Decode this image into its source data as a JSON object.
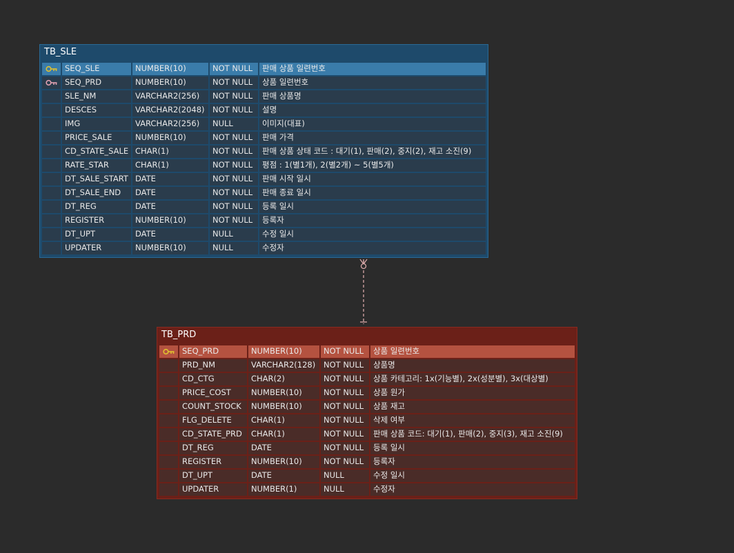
{
  "tables": [
    {
      "id": "sle",
      "name": "TB_SLE",
      "columns": [
        {
          "key": "primary",
          "name": "SEQ_SLE",
          "type": "NUMBER(10)",
          "nullable": "NOT NULL",
          "comment": "판매 상품 일련번호"
        },
        {
          "key": "foreign",
          "name": "SEQ_PRD",
          "type": "NUMBER(10)",
          "nullable": "NOT NULL",
          "comment": "상품 일련번호"
        },
        {
          "key": "",
          "name": "SLE_NM",
          "type": "VARCHAR2(256)",
          "nullable": "NOT NULL",
          "comment": "판매 상품명"
        },
        {
          "key": "",
          "name": "DESCES",
          "type": "VARCHAR2(2048)",
          "nullable": "NOT NULL",
          "comment": "설명"
        },
        {
          "key": "",
          "name": "IMG",
          "type": "VARCHAR2(256)",
          "nullable": "NULL",
          "comment": "이미지(대표)"
        },
        {
          "key": "",
          "name": "PRICE_SALE",
          "type": "NUMBER(10)",
          "nullable": "NOT NULL",
          "comment": "판매 가격"
        },
        {
          "key": "",
          "name": "CD_STATE_SALE",
          "type": "CHAR(1)",
          "nullable": "NOT NULL",
          "comment": "판매 상품 상태 코드 : 대기(1), 판매(2), 중지(2), 재고 소진(9)"
        },
        {
          "key": "",
          "name": "RATE_STAR",
          "type": "CHAR(1)",
          "nullable": "NOT NULL",
          "comment": "평점 : 1(별1개), 2(별2개) ~ 5(별5개)"
        },
        {
          "key": "",
          "name": "DT_SALE_START",
          "type": "DATE",
          "nullable": "NOT NULL",
          "comment": "판매 시작 일시"
        },
        {
          "key": "",
          "name": "DT_SALE_END",
          "type": "DATE",
          "nullable": "NOT NULL",
          "comment": "판매 종료 일시"
        },
        {
          "key": "",
          "name": "DT_REG",
          "type": "DATE",
          "nullable": "NOT NULL",
          "comment": "등록 일시"
        },
        {
          "key": "",
          "name": "REGISTER",
          "type": "NUMBER(10)",
          "nullable": "NOT NULL",
          "comment": "등록자"
        },
        {
          "key": "",
          "name": "DT_UPT",
          "type": "DATE",
          "nullable": "NULL",
          "comment": "수정 일시"
        },
        {
          "key": "",
          "name": "UPDATER",
          "type": "NUMBER(10)",
          "nullable": "NULL",
          "comment": "수정자"
        }
      ]
    },
    {
      "id": "prd",
      "name": "TB_PRD",
      "columns": [
        {
          "key": "primary",
          "name": "SEQ_PRD",
          "type": "NUMBER(10)",
          "nullable": "NOT NULL",
          "comment": "상품 일련번호"
        },
        {
          "key": "",
          "name": "PRD_NM",
          "type": "VARCHAR2(128)",
          "nullable": "NOT NULL",
          "comment": "상품명"
        },
        {
          "key": "",
          "name": "CD_CTG",
          "type": "CHAR(2)",
          "nullable": "NOT NULL",
          "comment": "상품 카테고리: 1x(기능별), 2x(성분별), 3x(대상별)"
        },
        {
          "key": "",
          "name": "PRICE_COST",
          "type": "NUMBER(10)",
          "nullable": "NOT NULL",
          "comment": "상품 원가"
        },
        {
          "key": "",
          "name": "COUNT_STOCK",
          "type": "NUMBER(10)",
          "nullable": "NOT NULL",
          "comment": "상품 재고"
        },
        {
          "key": "",
          "name": "FLG_DELETE",
          "type": "CHAR(1)",
          "nullable": "NOT NULL",
          "comment": "삭제 여부"
        },
        {
          "key": "",
          "name": "CD_STATE_PRD",
          "type": "CHAR(1)",
          "nullable": "NOT NULL",
          "comment": "판매 상품 코드: 대기(1), 판매(2), 중지(3), 재고 소진(9)"
        },
        {
          "key": "",
          "name": "DT_REG",
          "type": "DATE",
          "nullable": "NOT NULL",
          "comment": "등록 일시"
        },
        {
          "key": "",
          "name": "REGISTER",
          "type": "NUMBER(10)",
          "nullable": "NOT NULL",
          "comment": "등록자"
        },
        {
          "key": "",
          "name": "DT_UPT",
          "type": "DATE",
          "nullable": "NULL",
          "comment": "수정 일시"
        },
        {
          "key": "",
          "name": "UPDATER",
          "type": "NUMBER(1)",
          "nullable": "NULL",
          "comment": "수정자"
        }
      ]
    }
  ],
  "relationship": {
    "from": "TB_SLE.SEQ_PRD",
    "to": "TB_PRD.SEQ_PRD",
    "from_end": "zero-or-many",
    "to_end": "exactly-one",
    "color": "#d9a8a8"
  },
  "colors": {
    "canvas": "#2b2b2b",
    "sle_header": "#1e4a6b",
    "prd_header": "#6b2018",
    "primary_key_icon": "#e0c030",
    "foreign_key_icon": "#e0a0b0"
  },
  "icons": {
    "primary": "primary-key-icon",
    "foreign": "foreign-key-icon"
  }
}
